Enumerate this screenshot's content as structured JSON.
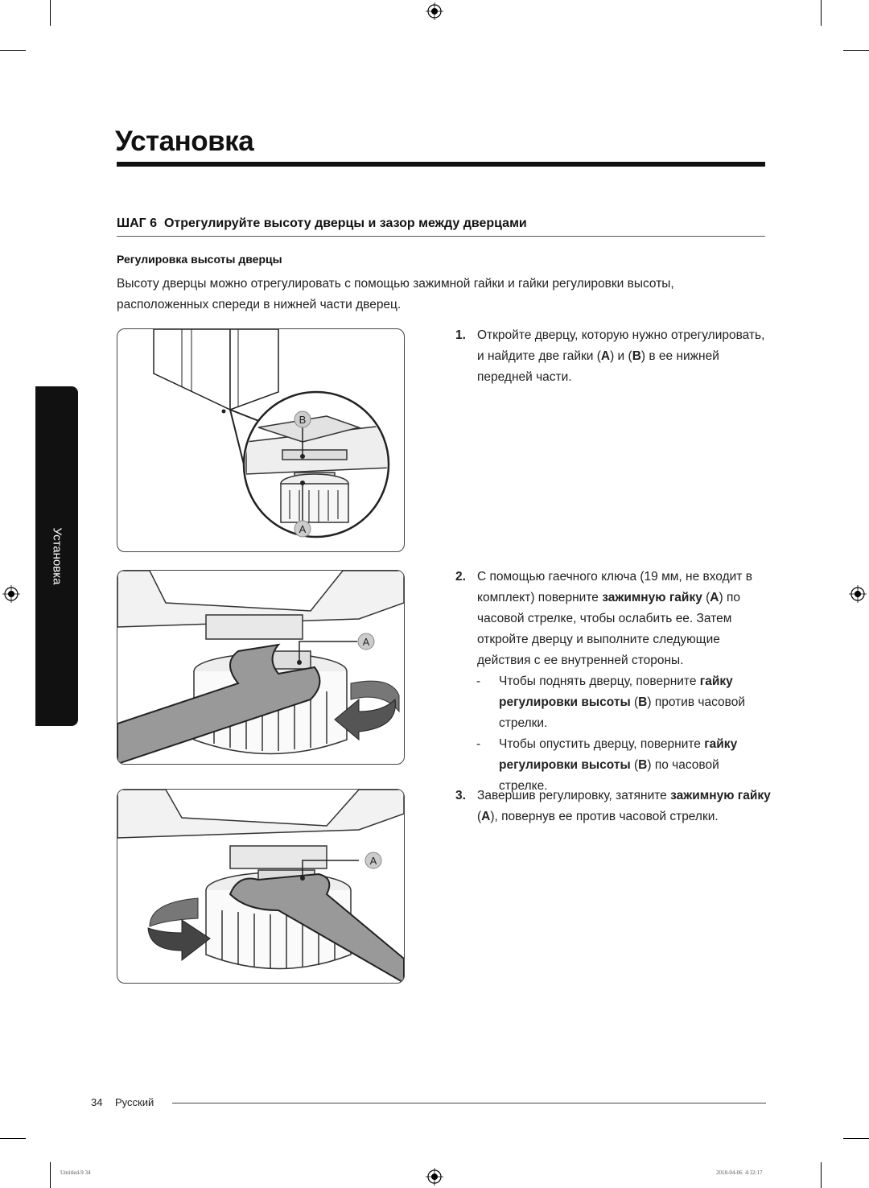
{
  "page": {
    "title": "Установка",
    "step_label": "ШАГ 6",
    "step_title": "Отрегулируйте высоту дверцы и зазор между дверцами",
    "subheading": "Регулировка высоты дверцы",
    "intro": "Высоту дверцы можно отрегулировать с помощью зажимной гайки и гайки регулировки высоты, расположенных спереди в нижней части дверец.",
    "side_tab": "Установка"
  },
  "figures": {
    "fig1": {
      "callout_b": "B",
      "callout_a": "A"
    },
    "fig2": {
      "callout_a": "A"
    },
    "fig3": {
      "callout_a": "A"
    }
  },
  "steps": {
    "s1": {
      "num": "1.",
      "t1": "Откройте дверцу, которую нужно отрегулировать, и найдите две гайки (",
      "a": "A",
      "t2": ") и (",
      "b": "B",
      "t3": ") в ее нижней передней части."
    },
    "s2": {
      "num": "2.",
      "t1": "С помощью гаечного ключа (19 мм, не входит в комплект) поверните ",
      "nut": "зажимную гайку",
      "t2": " (",
      "a": "A",
      "t3": ") по часовой стрелке, чтобы ослабить ее. Затем откройте дверцу и выполните следующие действия с ее внутренней стороны.",
      "d1_dash": "-",
      "d1_t1": "Чтобы поднять дверцу, поверните ",
      "d1_nut": "гайку регулировки высоты",
      "d1_t2": " (",
      "d1_b": "B",
      "d1_t3": ") против часовой стрелки.",
      "d2_dash": "-",
      "d2_t1": "Чтобы опустить дверцу, поверните ",
      "d2_nut": "гайку регулировки высоты",
      "d2_t2": " (",
      "d2_b": "B",
      "d2_t3": ") по часовой стрелке."
    },
    "s3": {
      "num": "3.",
      "t1": "Завершив регулировку, затяните ",
      "nut": "зажимную гайку",
      "t2": " (",
      "a": "A",
      "t3": "), повернув ее против часовой стрелки."
    }
  },
  "footer": {
    "page_number": "34",
    "language": "Русский",
    "print_left": "Untitled-9   34",
    "print_right": "2018-04-06   ‪ 4:32:17"
  }
}
